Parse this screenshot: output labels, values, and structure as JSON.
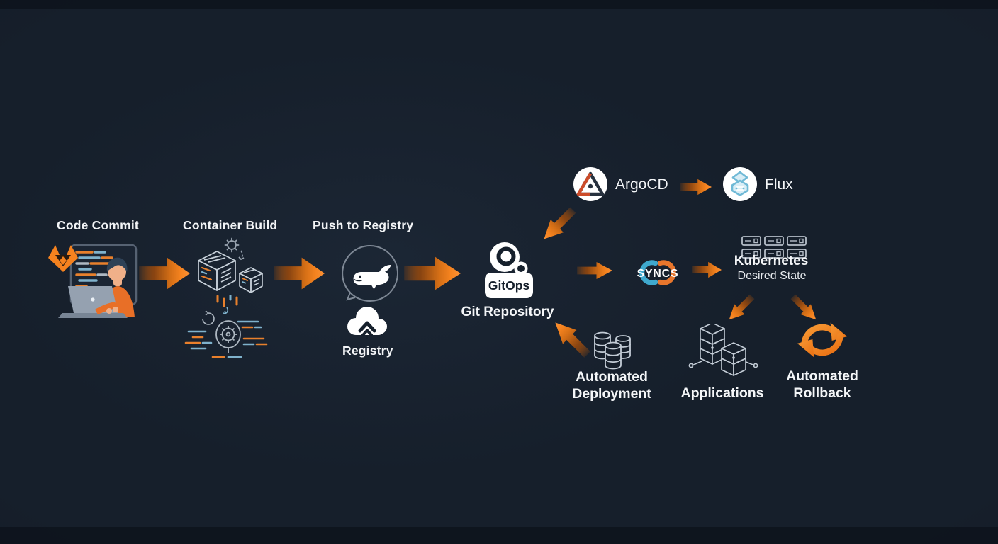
{
  "meta": {
    "title": "GitOps CI/CD workflow diagram",
    "background_color": "#161f2b",
    "accent_orange": "#f5831f",
    "accent_blue": "#45a9ce",
    "text_color": "#f2f4f6"
  },
  "stages": {
    "code_commit": {
      "label": "Code Commit",
      "icon": "developer-laptop-gitlab-illustration"
    },
    "container_build": {
      "label": "Container Build",
      "icon": "container-boxes-icon"
    },
    "push_to_registry": {
      "label": "Push to Registry",
      "icon": "docker-whale-icon"
    },
    "registry": {
      "label": "Registry",
      "icon": "cloud-upload-icon"
    },
    "git_repository": {
      "label": "Git Repository",
      "badge": "GitOps",
      "icon": "gitops-tag-icon"
    },
    "argocd": {
      "label": "ArgoCD",
      "icon": "argocd-logo-icon"
    },
    "flux": {
      "label": "Flux",
      "icon": "flux-logo-icon"
    },
    "syncs": {
      "label": "SYNCS",
      "icon": "sync-rings-icon"
    },
    "kubernetes": {
      "label": "Kubernetes",
      "sublabel": "Desired State",
      "icon": "server-grid-icon"
    },
    "automated_deployment": {
      "line1": "Automated",
      "line2": "Deployment",
      "icon": "database-cylinders-icon"
    },
    "applications": {
      "label": "Applications",
      "icon": "stacked-servers-icon"
    },
    "automated_rollback": {
      "line1": "Automated",
      "line2": "Rollback",
      "icon": "circular-rollback-arrows-icon"
    }
  },
  "connections": [
    {
      "from": "code_commit",
      "to": "container_build",
      "style": "block-arrow-right"
    },
    {
      "from": "container_build",
      "to": "push_to_registry",
      "style": "block-arrow-right"
    },
    {
      "from": "push_to_registry",
      "to": "git_repository",
      "style": "block-arrow-right"
    },
    {
      "from": "argocd",
      "to": "git_repository",
      "style": "diagonal-arrow-down-left"
    },
    {
      "from": "argocd",
      "to": "flux",
      "style": "block-arrow-right"
    },
    {
      "from": "git_repository",
      "to": "syncs",
      "style": "block-arrow-right"
    },
    {
      "from": "syncs",
      "to": "kubernetes",
      "style": "block-arrow-right"
    },
    {
      "from": "kubernetes",
      "to": "applications",
      "style": "diagonal-arrow-down-left"
    },
    {
      "from": "kubernetes",
      "to": "automated_rollback",
      "style": "diagonal-arrow-down-right"
    },
    {
      "from": "automated_deployment",
      "to": "git_repository",
      "style": "diagonal-arrow-up-left"
    }
  ]
}
